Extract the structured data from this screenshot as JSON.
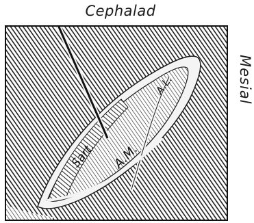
{
  "orientation": {
    "top": "Cephalad",
    "right": "Mesial"
  },
  "figure": {
    "labels": {
      "sart": "Sart.",
      "am": "A.M.",
      "al": "A.L."
    },
    "colors": {
      "ink": "#1a1a1a",
      "paper": "#ffffff",
      "background_hatch": "#222222",
      "wound_edge": "#f4f4f4",
      "muscle_fill": "#e9e9e9"
    },
    "instrument": "retractor-probe"
  }
}
